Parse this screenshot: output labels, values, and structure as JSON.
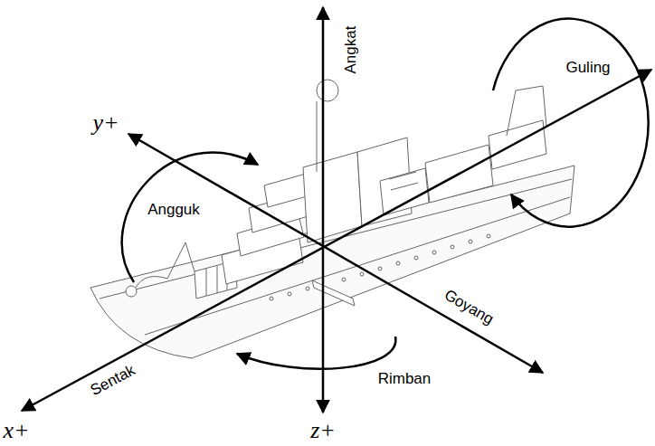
{
  "diagram": {
    "labels": [
      "Angkat",
      "Guling",
      "y+",
      "Angguk",
      "Goyang",
      "Sentak",
      "Rimban",
      "x+",
      "z+"
    ]
  }
}
